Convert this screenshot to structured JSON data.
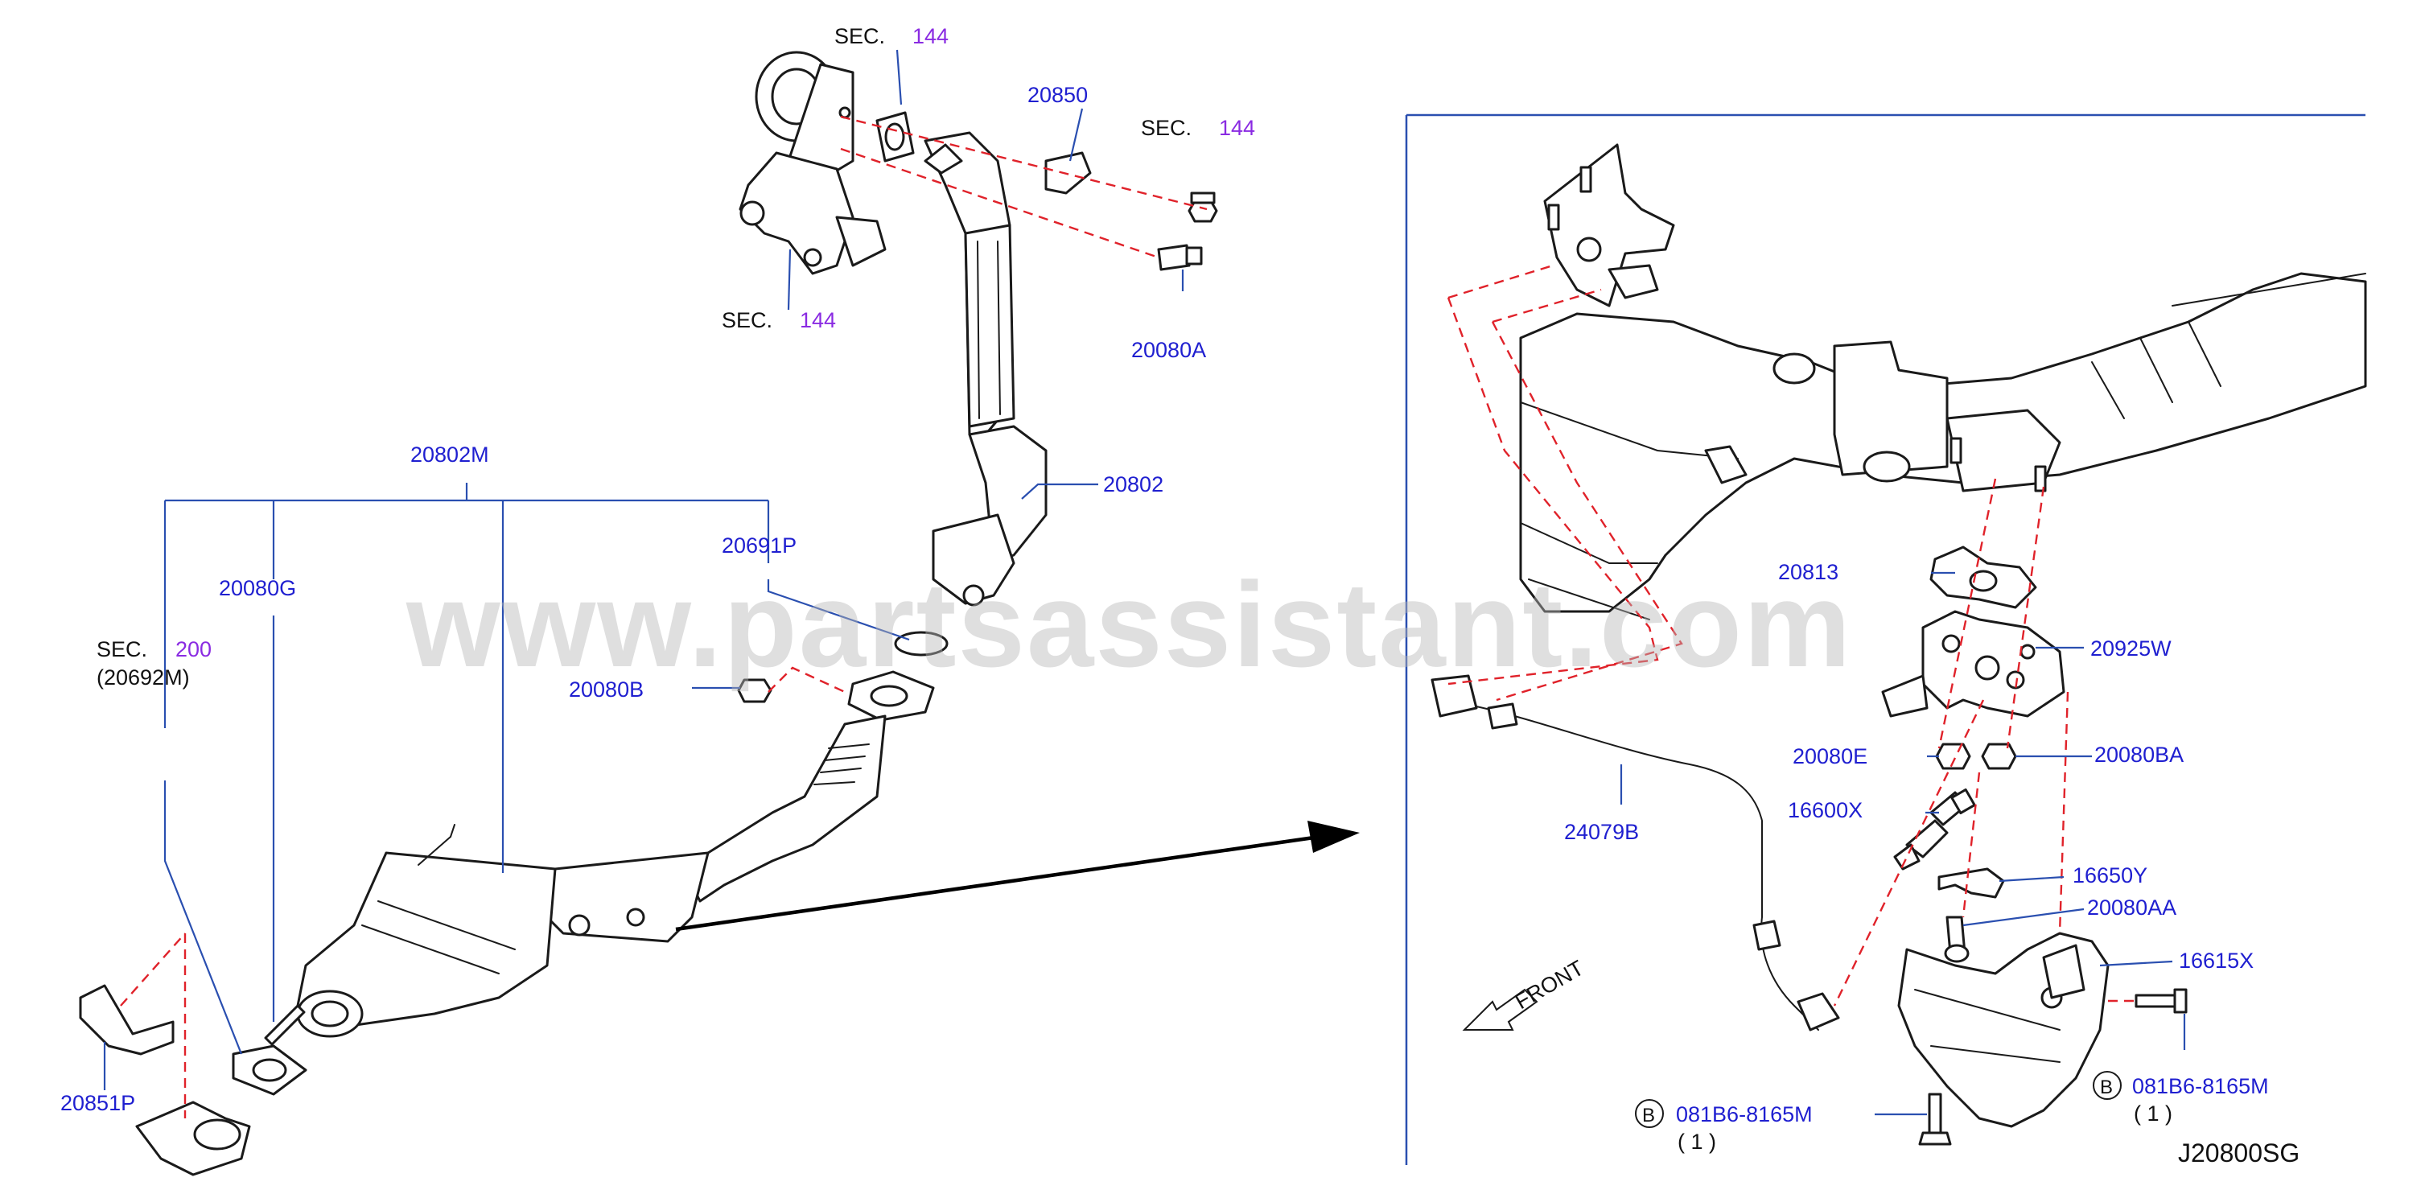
{
  "colors": {
    "part_number": "#1f1fd0",
    "section_number": "#8a2be2",
    "text": "#111111",
    "dashed_line": "#e0222a",
    "leader_line": "#2a4fb0",
    "watermark": "#b8b8b8"
  },
  "watermark": "www.partsassistant.com",
  "diagram_code": "J20800SG",
  "front_label": "FRONT",
  "sections": [
    {
      "prefix": "SEC.",
      "number": "144"
    },
    {
      "prefix": "SEC.",
      "number": "144"
    },
    {
      "prefix": "SEC.",
      "number": "144"
    },
    {
      "prefix": "SEC.",
      "number": "200",
      "sub": "(20692M)"
    }
  ],
  "parts_left": [
    "20850",
    "20080A",
    "20802M",
    "20802",
    "20691P",
    "20080G",
    "20080B",
    "20851P"
  ],
  "parts_right": [
    "20813",
    "20925W",
    "20080E",
    "20080BA",
    "16600X",
    "24079B",
    "16650Y",
    "20080AA",
    "16615X"
  ],
  "bolt_callouts": [
    {
      "badge": "B",
      "part": "081B6-8165M",
      "qty": "( 1 )"
    },
    {
      "badge": "B",
      "part": "081B6-8165M",
      "qty": "( 1 )"
    }
  ]
}
